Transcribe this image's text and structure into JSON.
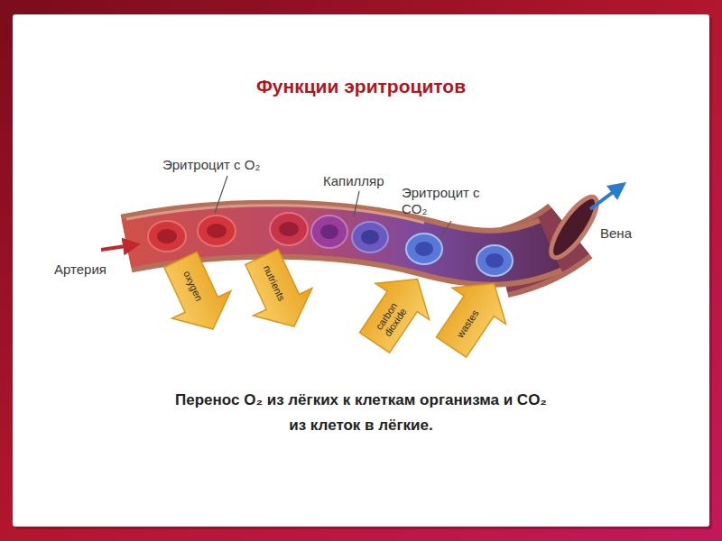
{
  "diagram": {
    "title": "Функции эритроцитов",
    "caption": "Перенос O₂ из лёгких к клеткам организма и CO₂ из клеток в лёгкие.",
    "labels": [
      "Эритроцит с O₂",
      "Капилляр",
      "Эритроцит с CO₂",
      "Артерия",
      "Вена",
      "oxygen",
      "nutrients",
      "carbon dioxide",
      "wastes"
    ]
  }
}
